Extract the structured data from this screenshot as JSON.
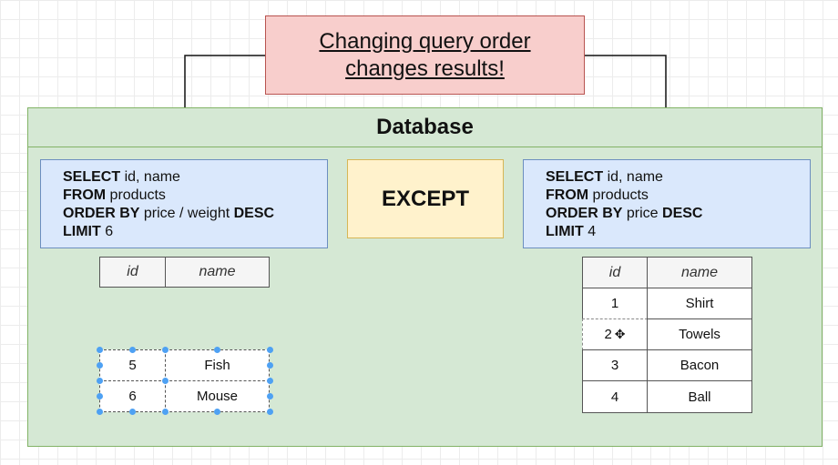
{
  "title_lines": [
    "Changing query order",
    "changes results!"
  ],
  "database_label": "Database",
  "left_query": {
    "lines": [
      {
        "keyword": "SELECT",
        "rest": " id, name"
      },
      {
        "keyword": "FROM",
        "rest": " products"
      },
      {
        "keyword": "ORDER BY",
        "rest": " price / weight ",
        "keyword2": "DESC"
      },
      {
        "keyword": "LIMIT",
        "rest": " 6"
      }
    ]
  },
  "right_query": {
    "lines": [
      {
        "keyword": "SELECT",
        "rest": " id, name"
      },
      {
        "keyword": "FROM",
        "rest": " products"
      },
      {
        "keyword": "ORDER BY",
        "rest": " price ",
        "keyword2": "DESC"
      },
      {
        "keyword": "LIMIT",
        "rest": " 4"
      }
    ]
  },
  "except_label": "EXCEPT",
  "left_table": {
    "headers": [
      "id",
      "name"
    ],
    "rows": [
      [
        "5",
        "Fish"
      ],
      [
        "6",
        "Mouse"
      ]
    ]
  },
  "right_table": {
    "headers": [
      "id",
      "name"
    ],
    "rows": [
      [
        "1",
        "Shirt"
      ],
      [
        "2",
        "Towels"
      ],
      [
        "3",
        "Bacon"
      ],
      [
        "4",
        "Ball"
      ]
    ]
  },
  "colors": {
    "title_fill": "#f8cecc",
    "database_fill": "#d5e8d4",
    "query_fill": "#dae8fc",
    "except_fill": "#fff2cc",
    "selection": "#4ea1f3"
  }
}
